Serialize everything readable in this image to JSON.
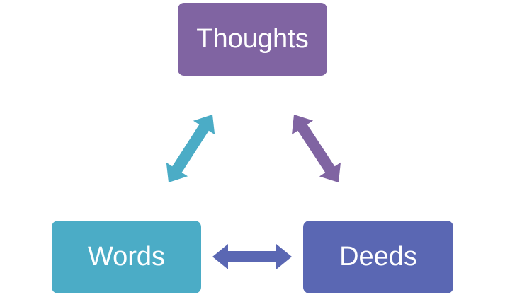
{
  "diagram": {
    "nodes": [
      {
        "id": "thoughts",
        "label": "Thoughts",
        "color": "#8064A2"
      },
      {
        "id": "words",
        "label": "Words",
        "color": "#4BACC6"
      },
      {
        "id": "deeds",
        "label": "Deeds",
        "color": "#5A67B3"
      }
    ],
    "edges": [
      {
        "from": "thoughts",
        "to": "words",
        "type": "bidirectional",
        "color": "#4BACC6"
      },
      {
        "from": "thoughts",
        "to": "deeds",
        "type": "bidirectional",
        "color": "#8064A2"
      },
      {
        "from": "words",
        "to": "deeds",
        "type": "bidirectional",
        "color": "#5A67B3"
      }
    ]
  }
}
